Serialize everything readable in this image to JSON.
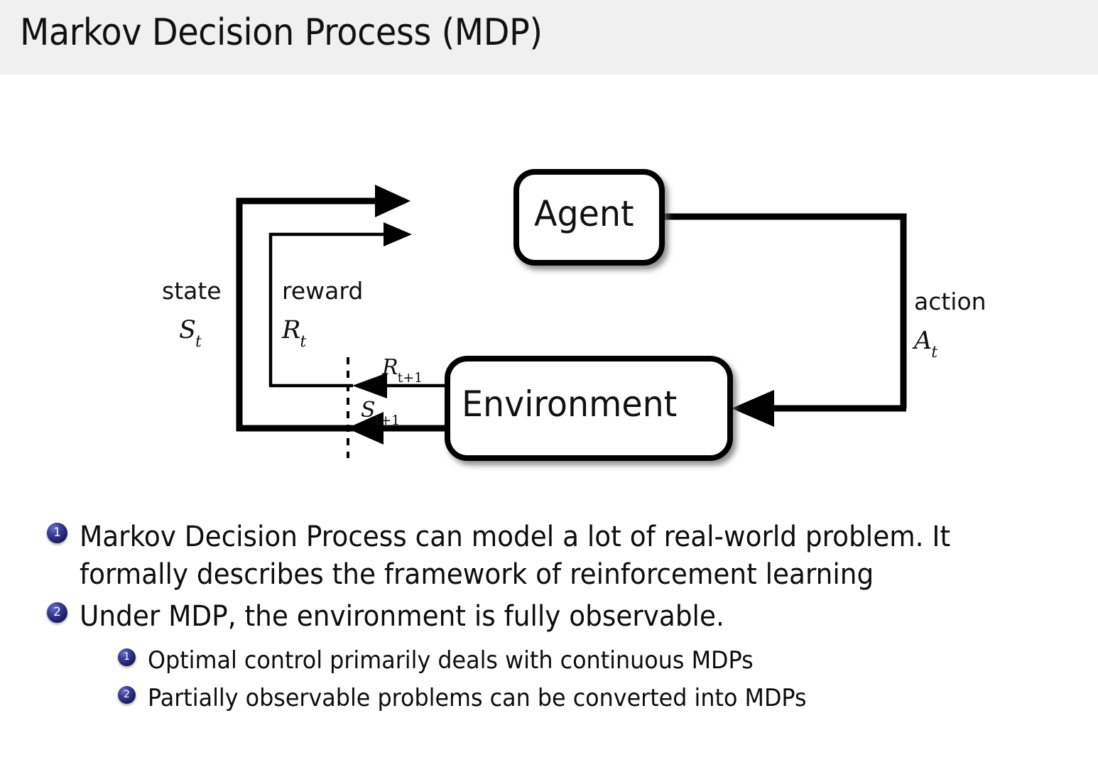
{
  "slide": {
    "title": "Markov Decision Process (MDP)",
    "header_bg": "#f0f0f0",
    "text_color": "#0d0d0d",
    "bullet_color": "#25257a"
  },
  "diagram": {
    "name": "agent-environment-interaction-loop",
    "nodes": [
      {
        "id": "agent",
        "label": "Agent"
      },
      {
        "id": "environment",
        "label": "Environment"
      }
    ],
    "edges": [
      {
        "id": "state-edge",
        "from": "environment",
        "to": "agent",
        "word": "state",
        "symbol": "S",
        "symbol_sub": "t",
        "next_symbol": "S",
        "next_symbol_sub": "t+1",
        "stroke": "thick"
      },
      {
        "id": "reward-edge",
        "from": "environment",
        "to": "agent",
        "word": "reward",
        "symbol": "R",
        "symbol_sub": "t",
        "next_symbol": "R",
        "next_symbol_sub": "t+1",
        "stroke": "thin"
      },
      {
        "id": "action-edge",
        "from": "agent",
        "to": "environment",
        "word": "action",
        "symbol": "A",
        "symbol_sub": "t",
        "stroke": "thick"
      }
    ]
  },
  "bullets": [
    {
      "marker": "1",
      "level": 1,
      "line1": "Markov Decision Process can model a lot of real-world problem.  It",
      "line2": "formally describes the framework of reinforcement learning"
    },
    {
      "marker": "2",
      "level": 1,
      "line1": "Under MDP, the environment is fully observable.",
      "line2": ""
    },
    {
      "marker": "1",
      "level": 2,
      "line1": "Optimal control primarily deals with continuous MDPs",
      "line2": ""
    },
    {
      "marker": "2",
      "level": 2,
      "line1": "Partially observable problems can be converted into MDPs",
      "line2": ""
    }
  ]
}
